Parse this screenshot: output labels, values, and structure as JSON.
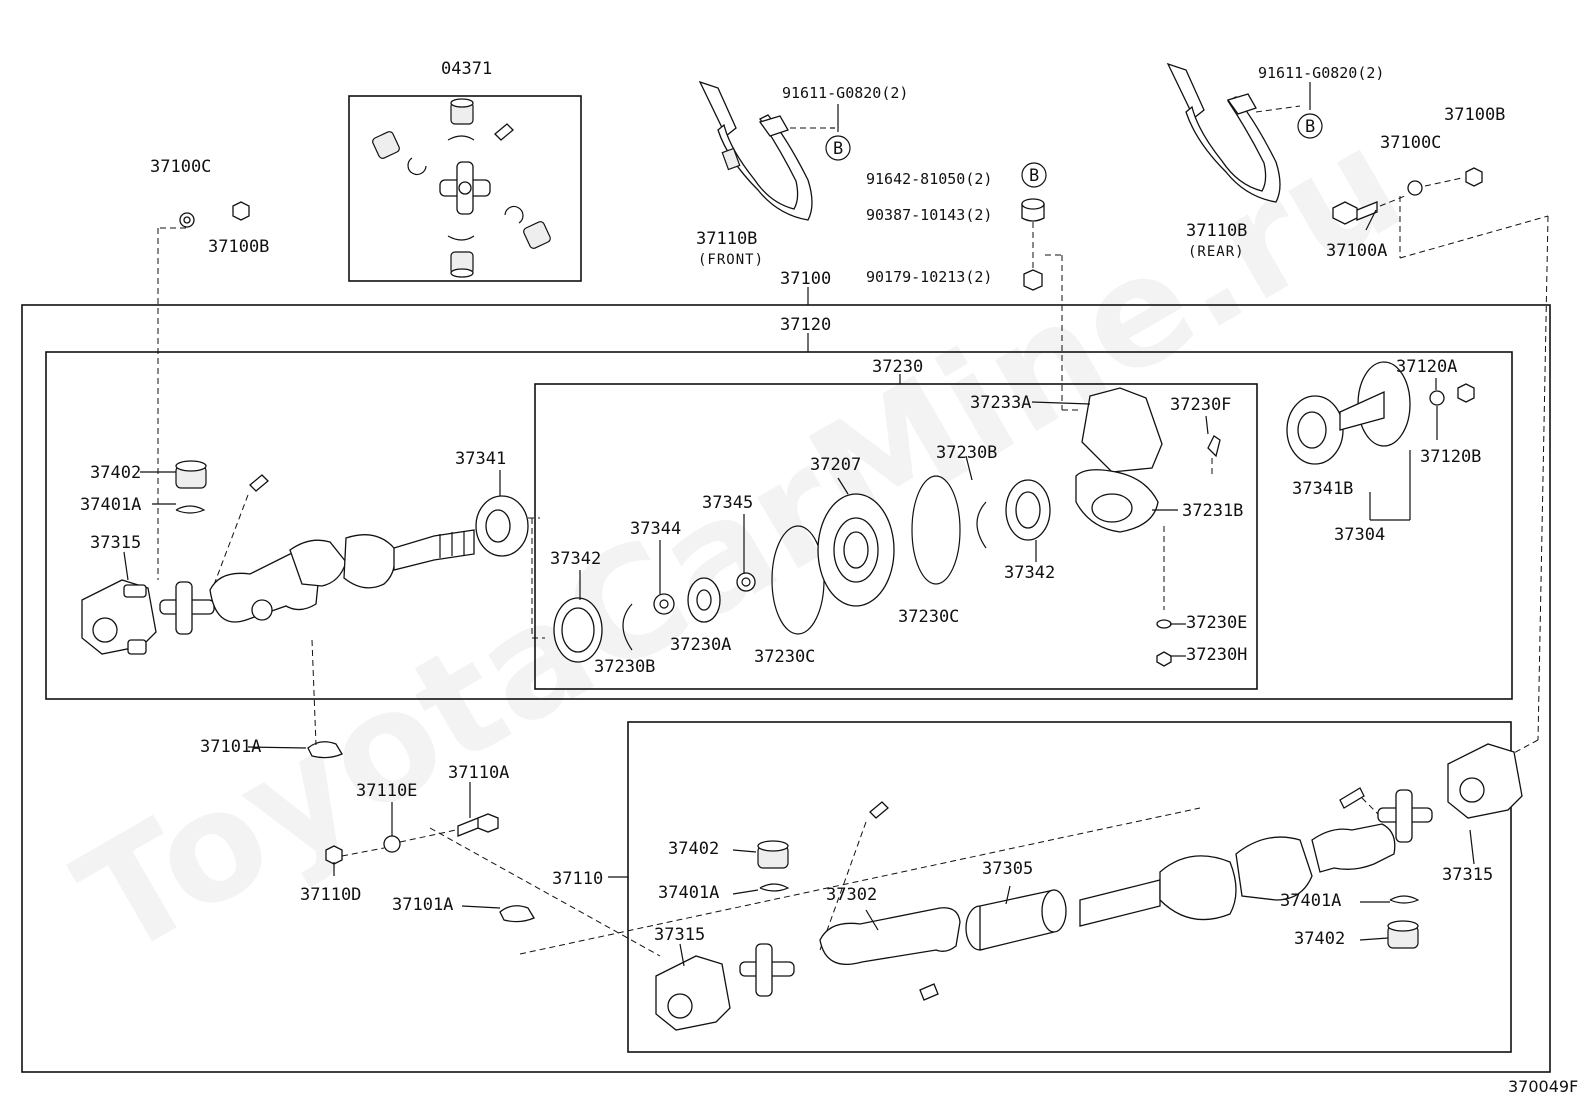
{
  "watermark": "ToyotaCarMine.ru",
  "diagram_code": "370049F",
  "groups": {
    "main_assembly": "37100",
    "propeller_front": "37120",
    "center_bearing": "37230",
    "propeller_rear": "37110",
    "spider_kit": "04371"
  },
  "labels": {
    "p37100C_l": "37100C",
    "p37100B_l": "37100B",
    "p91611_front": "91611-G0820(2)",
    "p37110B_front": "37110B",
    "front_note": "(FRONT)",
    "p91642": "91642-81050(2)",
    "p90387": "90387-10143(2)",
    "p90179": "90179-10213(2)",
    "p91611_rear": "91611-G0820(2)",
    "p37110B_rear": "37110B",
    "rear_note": "(REAR)",
    "p37100B_r": "37100B",
    "p37100C_r": "37100C",
    "p37100A_r": "37100A",
    "p37402_a": "37402",
    "p37401A_a": "37401A",
    "p37315_a": "37315",
    "p37341": "37341",
    "p37342_a": "37342",
    "p37344": "37344",
    "p37345": "37345",
    "p37230B_a": "37230B",
    "p37230A": "37230A",
    "p37230C_a": "37230C",
    "p37207": "37207",
    "p37230C_b": "37230C",
    "p37230B_b": "37230B",
    "p37342_b": "37342",
    "p37233A": "37233A",
    "p37230F": "37230F",
    "p37231B": "37231B",
    "p37230E": "37230E",
    "p37230H": "37230H",
    "p37120A": "37120A",
    "p37120B": "37120B",
    "p37341B": "37341B",
    "p37304": "37304",
    "p37101A_a": "37101A",
    "p37110E": "37110E",
    "p37110A": "37110A",
    "p37110D": "37110D",
    "p37101A_b": "37101A",
    "p37402_b": "37402",
    "p37401A_b": "37401A",
    "p37315_b": "37315",
    "p37302": "37302",
    "p37305": "37305",
    "p37401A_c": "37401A",
    "p37402_c": "37402",
    "p37315_c": "37315"
  },
  "ref_mark": "B"
}
